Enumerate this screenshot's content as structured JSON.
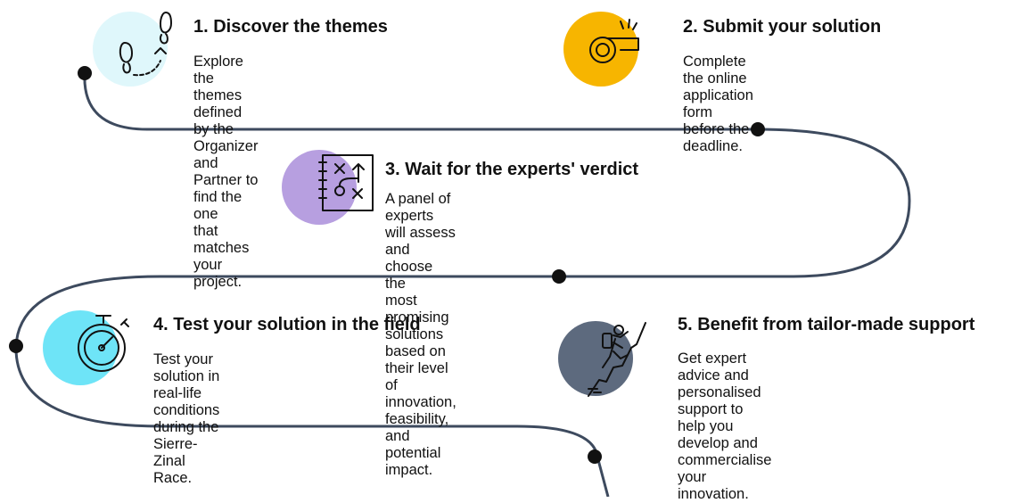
{
  "colors": {
    "path": "#3d4a5e",
    "node": "#111111",
    "icon_stroke": "#111111"
  },
  "steps": [
    {
      "title": "1. Discover the themes",
      "description": "Explore the themes defined by the\nOrganizer and Partner to find the one\nthat matches your project.",
      "icon": "footsteps-icon",
      "color": "#dff7fb"
    },
    {
      "title": "2. Submit your solution",
      "description": "Complete the online application form\nbefore the deadline.",
      "icon": "whistle-icon",
      "color": "#f7b500"
    },
    {
      "title": "3. Wait for the experts' verdict",
      "description": "A panel of experts will assess and choose the\nmost promising solutions based on their level of\ninnovation, feasibility, and potential impact.",
      "icon": "strategy-board-icon",
      "color": "#b79fe0"
    },
    {
      "title": "4. Test your solution in the field",
      "description": "Test your solution in real-life conditions\nduring the Sierre-Zinal Race.",
      "icon": "stopwatch-icon",
      "color": "#6ee4f7"
    },
    {
      "title": "5. Benefit from tailor-made support",
      "description": "Get expert advice and personalised\nsupport to help you develop and\ncommercialise your innovation.",
      "icon": "climber-icon",
      "color": "#5d6a7e"
    }
  ]
}
